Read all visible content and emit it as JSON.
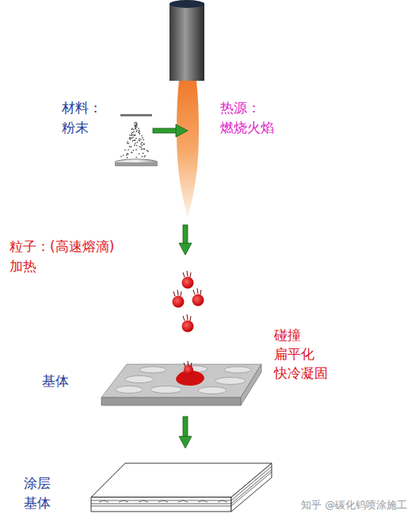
{
  "diagram": {
    "labels": [
      "材料：",
      "粉末",
      "热源：",
      "燃烧火焰",
      "粒子：(高速熔滴)",
      "加热",
      "碰撞",
      "扁平化",
      "快冷凝固",
      "基体",
      "涂层",
      "基体",
      "知乎 @碳化钨喷涂施工"
    ]
  }
}
